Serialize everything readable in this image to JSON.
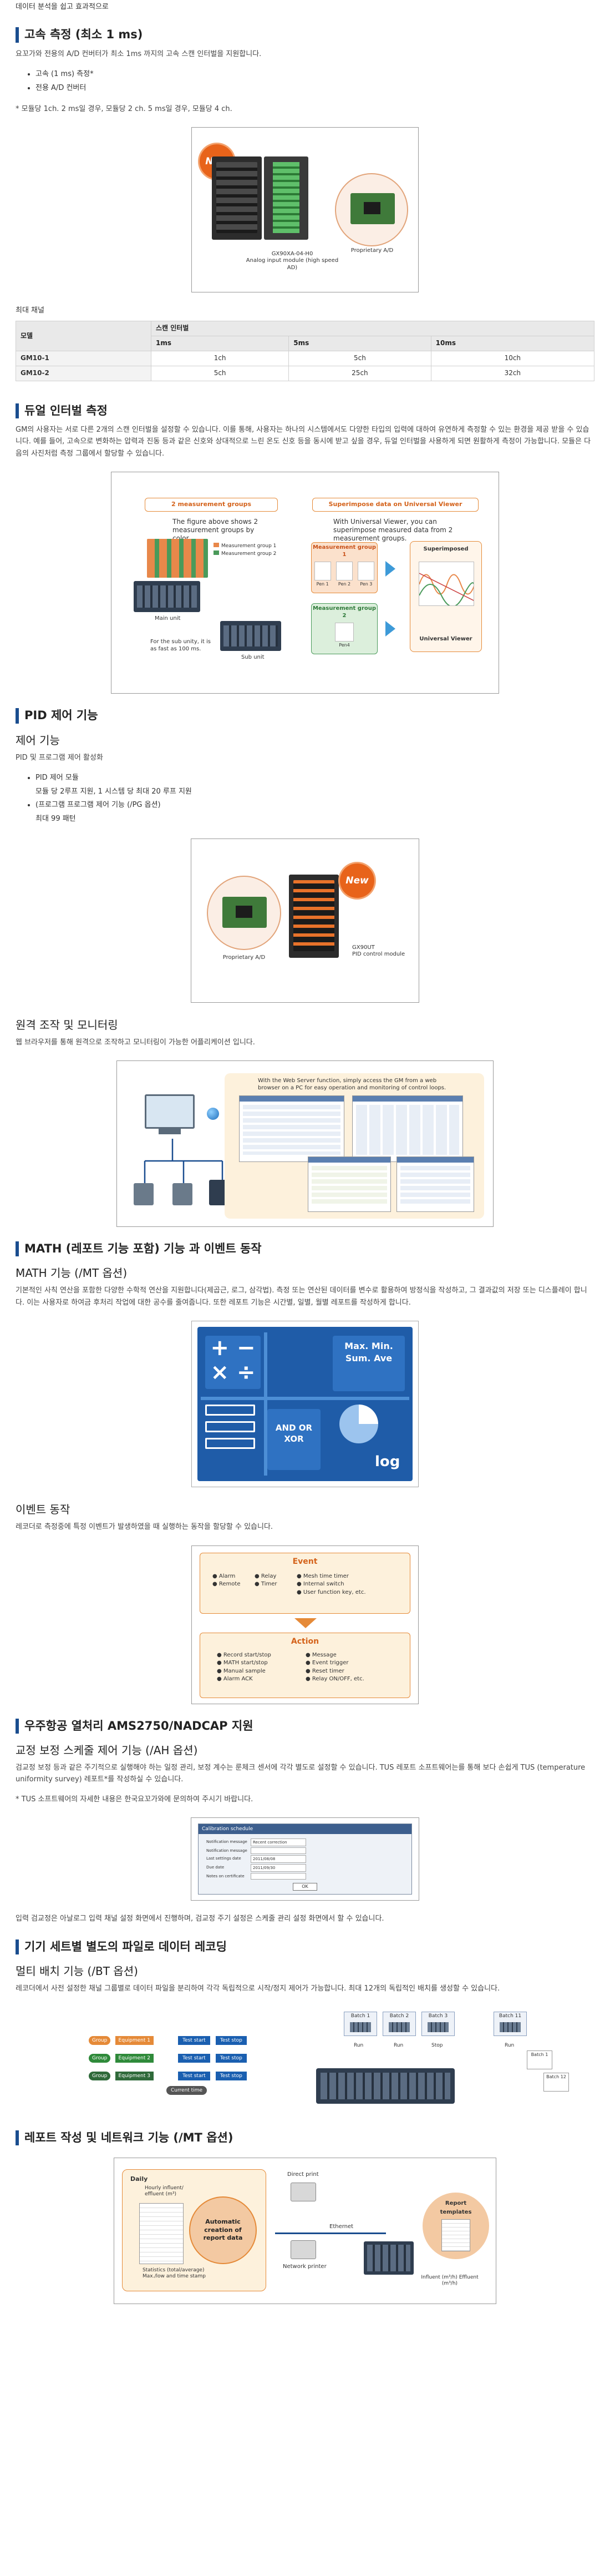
{
  "top_note": "데이터 분석을 쉽고 효과적으로",
  "high_speed": {
    "title": "고속 측정 (최소 1 ms)",
    "desc": "요꼬가와 전용의 A/D 컨버터가 최소 1ms 까지의 고속 스캔 인터벌을 지원합니다.",
    "bullets": [
      "고속 (1 ms) 측정*",
      "전용 A/D 컨버터"
    ],
    "note": "* 모듈당 1ch. 2 ms일 경우, 모듈당 2 ch. 5 ms일 경우, 모듈당 4 ch.",
    "figure": {
      "new_badge": "New",
      "module_label_1": "GX90XA-04-H0",
      "module_label_2": "Analog input module (high speed AD)",
      "board_label": "Proprietary A/D"
    },
    "max_channels_label": "최대 채널",
    "table": {
      "model_header": "모델",
      "scan_header": "스캔 인터벌",
      "intervals": [
        "1ms",
        "5ms",
        "10ms"
      ],
      "rows": [
        {
          "model": "GM10-1",
          "values": [
            "1ch",
            "5ch",
            "10ch"
          ]
        },
        {
          "model": "GM10-2",
          "values": [
            "5ch",
            "25ch",
            "32ch"
          ]
        }
      ]
    }
  },
  "dual_interval": {
    "title": "듀얼 인터벌 측정",
    "desc": "GM의 사용자는 서로 다른 2개의 스캔 인터벌을 설정할 수 있습니다. 이를 통해, 사용자는 하나의 시스템에서도 다양한 타입의 입력에 대하여 유연하게 측정할 수 있는 환경을 제공 받을 수 있습니다. 예를 들어, 고속으로 변화하는 압력과 진동 등과 같은 신호와 상대적으로 느린 온도 신호 등을 동시에 받고 싶을 경우, 듀얼 인터벌을 사용하게 되면 원활하게 측정이 가능합니다. 모듈은 다음의 사진처럼 측정 그룹에서 할당할 수 있습니다.",
    "figure": {
      "left_header": "2 measurement groups",
      "left_text": "The figure above shows 2 measurement groups by color.",
      "legend_1": "Measurement group 1",
      "legend_2": "Measurement group 2",
      "main_unit": "Main unit",
      "sub_unit": "Sub unit",
      "sub_unit_note": "For the sub unity, it is as fast as 100 ms.",
      "right_header": "Superimpose data on Universal Viewer",
      "right_text": "With Universal Viewer, you can superimpose measured data from 2 measurement groups.",
      "group1_label": "Measurement group 1",
      "group2_label": "Measurement group 2",
      "pen_labels": [
        "Pen 1",
        "Pen 2",
        "Pen 3"
      ],
      "pen_label_g2": "Pen4",
      "superimposed": "Superimposed",
      "universal_viewer": "Universal Viewer"
    }
  },
  "pid": {
    "title": "PID 제어 기능",
    "subtitle": "제어 기능",
    "desc": "PID 및 프로그램 제어 활성화",
    "bullets": [
      {
        "main": "PID 제어 모듈",
        "sub": "모듈 당 2루프 지원, 1 시스템 당 최대 20 루프 지원"
      },
      {
        "main": "(프로그램 프로그램 제어 기능 (/PG 옵션)",
        "sub": "최대 99 패턴"
      }
    ],
    "figure": {
      "new_badge": "New",
      "board_label": "Proprietary A/D",
      "module_label_1": "GX90UT",
      "module_label_2": "PID control module"
    }
  },
  "remote": {
    "subtitle": "원격 조작 및 모니터링",
    "desc": "웹 브라우저를 통해 원격으로 조작하고 모니터링이 가능한 어플리케이션 입니다.",
    "figure": {
      "bubble": "With the Web Server function, simply access the GM from a web browser on a PC for easy operation and monitoring of control loops."
    }
  },
  "math": {
    "title": "MATH (레포트 기능 포함) 기능 과 이벤트 동작",
    "subtitle": "MATH 기능 (/MT 옵션)",
    "desc": "기본적인 사칙 연산을 포함한 다양한 수학적 연산을 지원합니다(제곱근, 로그, 삼각법). 측정 또는 연산된 데이터를 변수로 활용하여 방정식을 작성하고, 그 결과값의 저장 또는 디스플레이 합니다. 이는 사용자로 하여금 후처리 작업에 대한 공수를 줄여줍니다. 또한 레포트 기능은 시간별, 일별, 월별 레포트를 작성하게 합니다.",
    "figure": {
      "label_maxmin": "Max. Min. Sum. Ave",
      "label_logic": "AND OR XOR",
      "label_log": "log"
    }
  },
  "event": {
    "subtitle": "이벤트 동작",
    "desc": "레코더로 측정중에 특정 이벤트가 발생하였을 때 실행하는 동작을 할당할 수 있습니다.",
    "figure": {
      "event_header": "Event",
      "event_items": [
        "Alarm",
        "Relay",
        "Mesh time timer",
        "Remote",
        "Timer",
        "Internal switch",
        "User function key, etc."
      ],
      "action_header": "Action",
      "action_items": [
        "Record start/stop",
        "Message",
        "MATH start/stop",
        "Event trigger",
        "Manual sample",
        "Reset timer",
        "Alarm ACK",
        "Relay ON/OFF, etc."
      ]
    }
  },
  "aerospace": {
    "title": "우주항공 열처리 AMS2750/NADCAP 지원",
    "subtitle": "교정 보정 스케줄 제어 기능 (/AH 옵션)",
    "desc": "검교정 보정 등과 같은 주기적으로 실행해야 하는 일정 관리, 보정 계수는 룬체크 센서에 각각 별도로 설정할 수 있습니다. TUS 레포트 소프트웨어는를 통해 보다 손쉽게 TUS (temperature uniformity survey) 레포트*를 작성하실 수 있습니다.",
    "note": "* TUS 소프트웨어의 자세한 내용은 한국요꼬가와에 문의하여 주시기 바랍니다.",
    "dialog": {
      "title": "Calibration schedule",
      "row1_label": "Notification message",
      "row1_value": "Recent correction",
      "row2_label": "Notification message",
      "row2_value": "",
      "row3_label": "Last settings date",
      "row3_value": "2011/08/08",
      "row4_label": "Due date",
      "row4_value": "2011/09/30",
      "row5_label": "Notes on certificate",
      "row5_value": "",
      "ok_label": "OK"
    },
    "footer_desc": "입력 검교정은 아날로그 입력 채널 설정 화면에서 진행하며, 검교정 주기 설정은 스케줄 관리 설정 화면에서 할 수 있습니다."
  },
  "batch": {
    "title": "기기 세트별 별도의 파일로 데이터 레코딩",
    "subtitle": "멀티 배치 기능 (/BT 옵션)",
    "desc": "레코더에서 사전 설정한 채널 그룹별로 데이터 파일을 분리하여 각각 독립적으로 시작/정지 제어가 가능합니다. 최대 12개의 독립적인 배치를 생성할 수 있습니다.",
    "figure": {
      "equipments": [
        "Equipment 1",
        "Equipment 2",
        "Equipment 3"
      ],
      "group_tags": [
        "Group",
        "Group",
        "Group"
      ],
      "test_start": "Test start",
      "test_stop": "Test stop",
      "current_time": "Current time",
      "batches": [
        "Batch 1",
        "Batch 2",
        "Batch 3",
        "Batch 11"
      ],
      "run_labels": [
        "Run",
        "Run",
        "Stop",
        "Run"
      ],
      "batch_side": [
        "Batch 1",
        "Batch 12"
      ]
    }
  },
  "report": {
    "title": "레포트 작성 및 네트워크 기능 (/MT 옵션)",
    "figure": {
      "daily": "Daily",
      "hourly": "Hourly influent/ effluent (m³)",
      "auto_creation": "Automatic creation of report data",
      "stats": "Statistics (total/average) Max./low and time stamp",
      "direct_print": "Direct print",
      "ethernet": "Ethernet",
      "network_printer": "Network printer",
      "report_templates": "Report templates",
      "influent": "Influent (m³/h) Effluent (m³/h)"
    }
  }
}
